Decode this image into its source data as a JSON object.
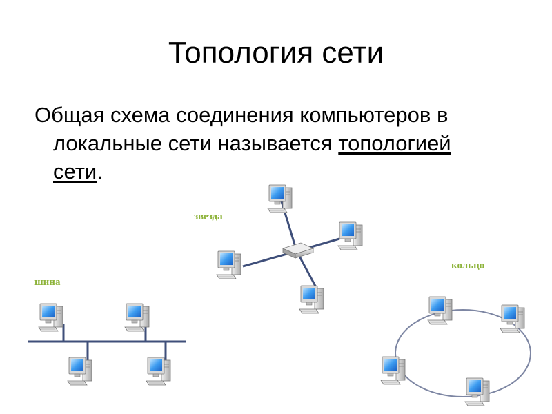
{
  "slide": {
    "title": "Топология сети",
    "text_prefix": "Общая схема соединения компьютеров в",
    "text_line2": "локальные сети называется ",
    "text_term_1": "топологией",
    "text_term_2": "сети",
    "text_suffix": "."
  },
  "labels": {
    "star": "звезда",
    "bus": "шина",
    "ring": "кольцо"
  },
  "colors": {
    "label_green": "#8db33a",
    "line": "#3f4f7a",
    "ring": "#7d86a3"
  },
  "icons": {
    "computer": "computer-icon",
    "hub": "hub-icon"
  }
}
